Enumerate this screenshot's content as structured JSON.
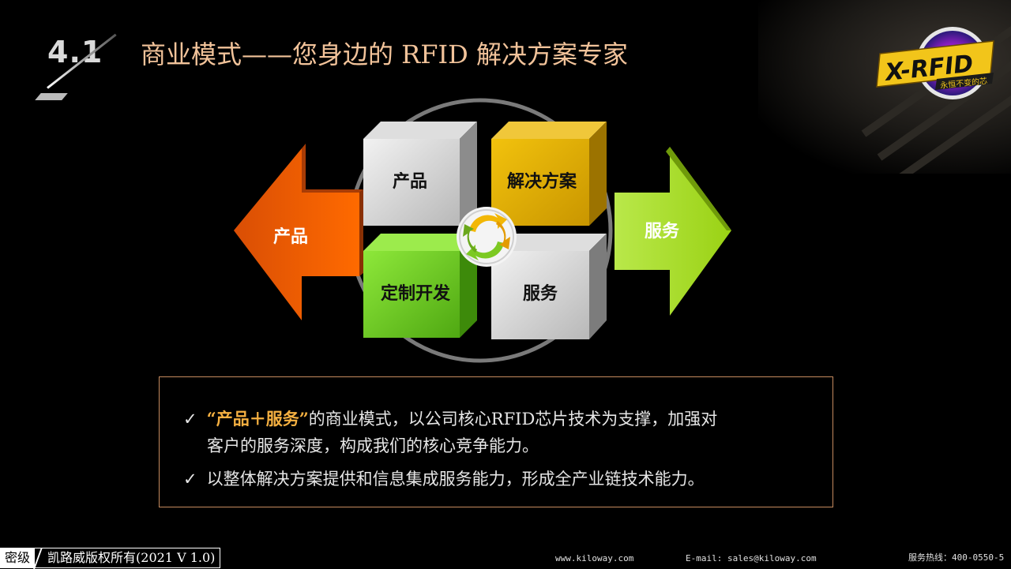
{
  "section_number": "4.1",
  "title": "商业模式——您身边的 RFID 解决方案专家",
  "logo": {
    "text": "X-RFID",
    "tagline": "永恒不变的芯"
  },
  "diagram": {
    "left_arrow": "产品",
    "right_arrow": "服务",
    "cubes": {
      "top_left": "产品",
      "top_right": "解决方案",
      "bottom_left": "定制开发",
      "bottom_right": "服务"
    },
    "center_icon": "recycle-arrows-icon"
  },
  "bullets": [
    {
      "highlight": "“产品＋服务”",
      "line1": "的商业模式，以公司核心RFID芯片技术为支撑，加强对",
      "line2": "客户的服务深度，构成我们的核心竞争能力。"
    },
    {
      "text": "以整体解决方案提供和信息集成服务能力，形成全产业链技术能力。"
    }
  ],
  "footer": {
    "secret_label": "密级",
    "copyright": "凯路威版权所有(2021 V 1.0)",
    "website": "www.kiloway.com",
    "email": "E-mail: sales@kiloway.com",
    "hotline": "服务热线：400-0550-5"
  },
  "colors": {
    "title": "#f2c39a",
    "orange": "#f26a12",
    "yellow": "#e8b70a",
    "green": "#8fe03a",
    "gray": "#d6d6d6",
    "box_border": "#c58a5e",
    "highlight": "#f5b041"
  }
}
